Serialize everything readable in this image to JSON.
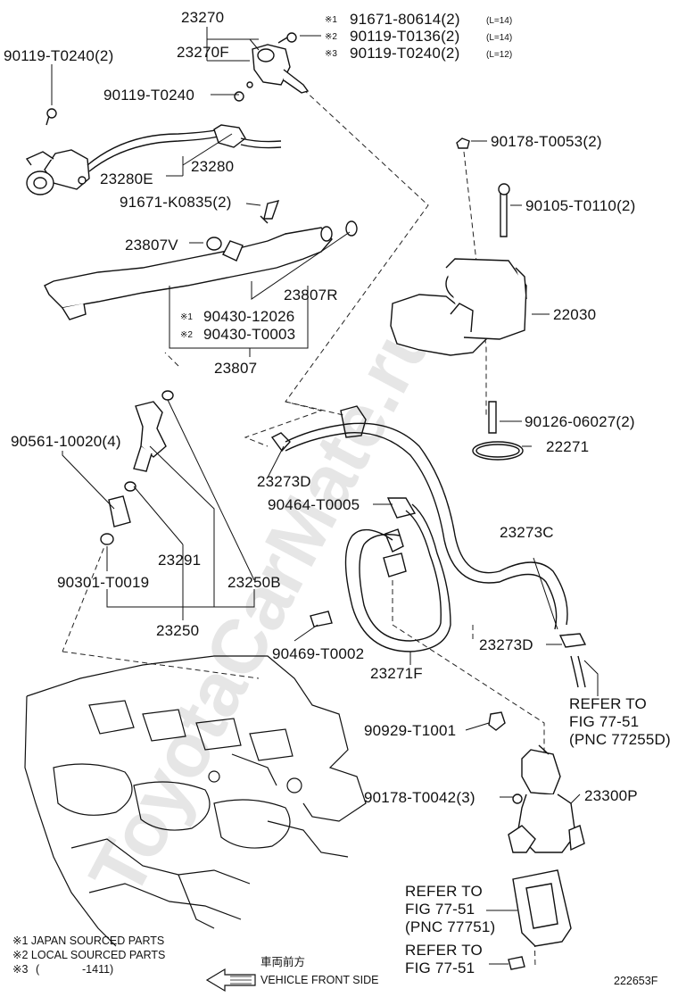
{
  "watermark": "ToyotaCarMate.ru",
  "figure_code": "222653F",
  "labels": {
    "p23270": "23270",
    "p23270F": "23270F",
    "p90119_T0240_2": "90119-T0240(2)",
    "p90119_T0240": "90119-T0240",
    "p23280E": "23280E",
    "p23280": "23280",
    "p91671_K0835": "91671-K0835(2)",
    "p23807V": "23807V",
    "p23807R": "23807R",
    "p90430_12026": "90430-12026",
    "p90430_T0003": "90430-T0003",
    "p23807": "23807",
    "p90561": "90561-10020(4)",
    "p23273D_a": "23273D",
    "p90464": "90464-T0005",
    "p23291": "23291",
    "p23250B": "23250B",
    "p90301": "90301-T0019",
    "p23250": "23250",
    "p90469": "90469-T0002",
    "p23271F": "23271F",
    "p23273C": "23273C",
    "p23273D_b": "23273D",
    "p90178_T0053": "90178-T0053(2)",
    "p90105": "90105-T0110(2)",
    "p22030": "22030",
    "p90126": "90126-06027(2)",
    "p22271": "22271",
    "p90929": "90929-T1001",
    "p90178_T0042": "90178-T0042(3)",
    "p23300P": "23300P"
  },
  "markers": {
    "m1": "※1",
    "m2": "※2",
    "m3": "※3"
  },
  "bolt_table": [
    {
      "marker": "※1",
      "part": "91671-80614(2)",
      "length": "(L=14)"
    },
    {
      "marker": "※2",
      "part": "90119-T0136(2)",
      "length": "(L=14)"
    },
    {
      "marker": "※3",
      "part": "90119-T0240(2)",
      "length": "(L=12)"
    }
  ],
  "refers": [
    {
      "line1": "REFER TO",
      "line2": "FIG 77-51",
      "line3": "(PNC 77255D)"
    },
    {
      "line1": "REFER TO",
      "line2": "FIG 77-51",
      "line3": "(PNC 77751)"
    },
    {
      "line1": "REFER TO",
      "line2": "FIG 77-51"
    }
  ],
  "notes": {
    "n1": "※1 JAPAN SOURCED PARTS",
    "n2": "※2 LOCAL SOURCED PARTS",
    "n3_marker": "※3",
    "n3_range": "-1411)",
    "n3_open": "("
  },
  "front": {
    "jp": "車両前方",
    "en": "VEHICLE FRONT SIDE"
  }
}
